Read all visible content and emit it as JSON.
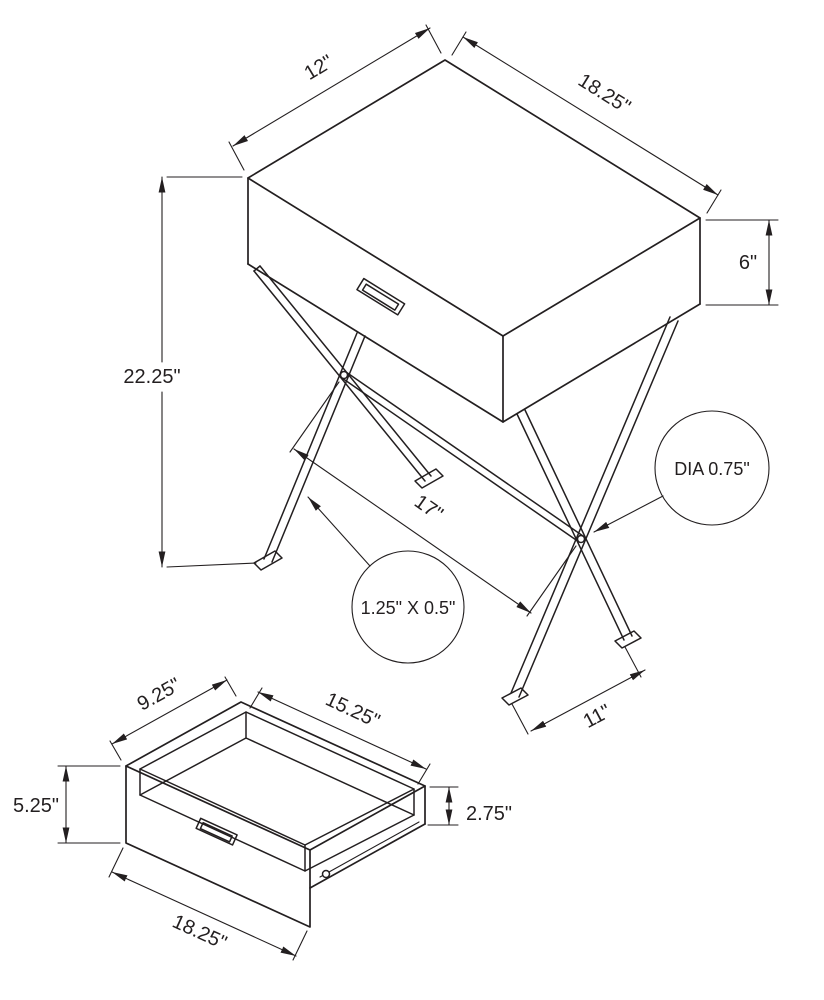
{
  "colors": {
    "line": "#231f20",
    "background": "#ffffff"
  },
  "assembled_view": {
    "dimensions": {
      "top_depth": {
        "label": "12\""
      },
      "top_width": {
        "label": "18.25\""
      },
      "cabinet_height": {
        "label": "6\""
      },
      "overall_height": {
        "label": "22.25\""
      },
      "cross_support_span": {
        "label": "17\""
      },
      "foot_spacing": {
        "label": "11\""
      }
    },
    "callouts": {
      "support_rod_diameter": {
        "label": "DIA 0.75\""
      },
      "leg_tube_profile": {
        "label": "1.25\" X 0.5\""
      }
    }
  },
  "drawer_view": {
    "dimensions": {
      "inner_depth": {
        "label": "9.25\""
      },
      "inner_width": {
        "label": "15.25\""
      },
      "front_panel_height": {
        "label": "5.25\""
      },
      "side_wall_height": {
        "label": "2.75\""
      },
      "overall_width": {
        "label": "18.25\""
      }
    }
  }
}
